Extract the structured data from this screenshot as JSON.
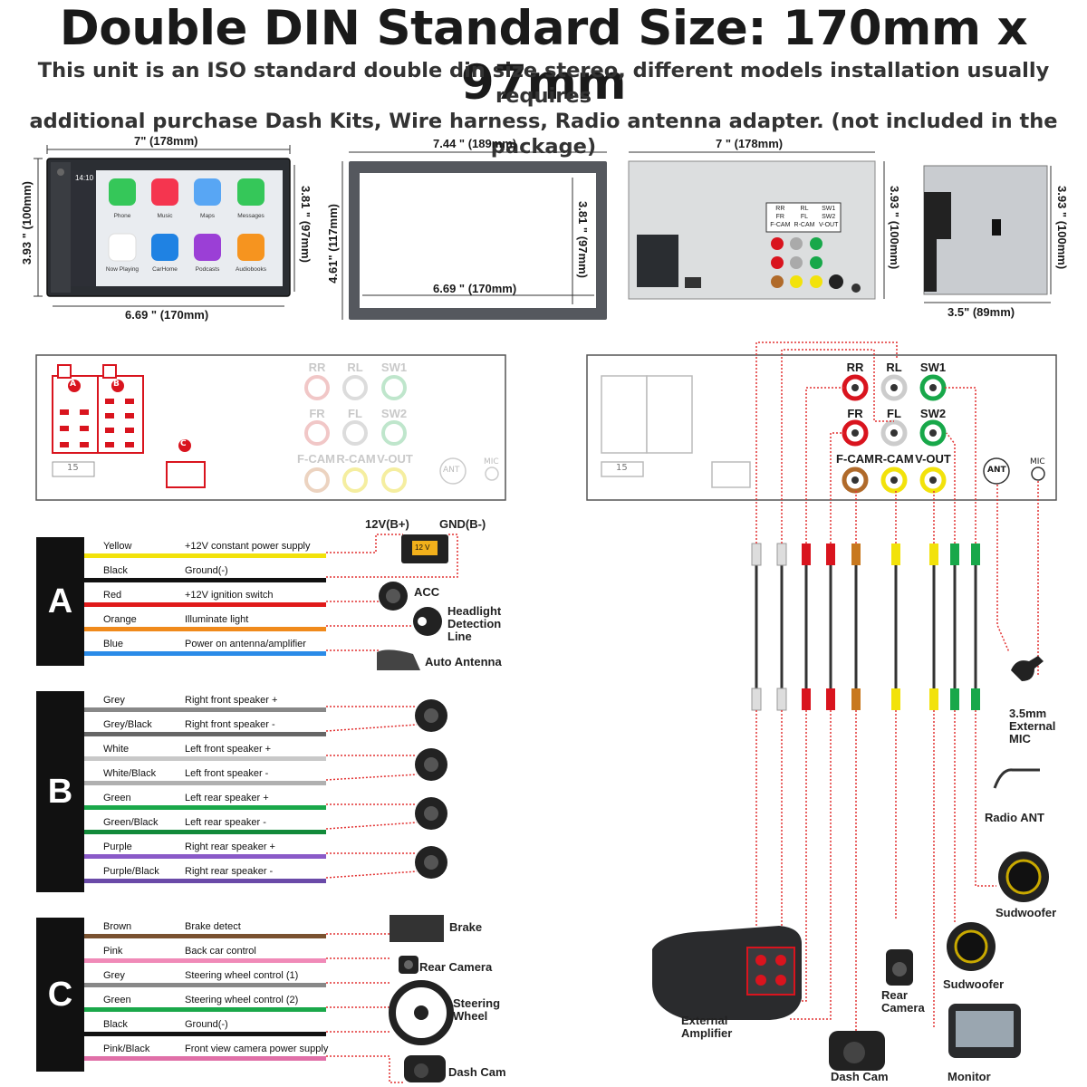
{
  "header": {
    "title": "Double DIN Standard Size: 170mm x 97mm",
    "subtitle_line1": "This unit is an ISO standard double din size stereo, different models installation usually requires",
    "subtitle_line2": "additional purchase Dash Kits, Wire harness, Radio antenna adapter. (not included in the package)"
  },
  "dimensions": {
    "front_width": "7\" (178mm)",
    "front_height": "3.93 \" (100mm)",
    "front_screen_height": "3.81 \" (97mm)",
    "front_bottom": "6.69 \" (170mm)",
    "frame_width": "7.44 \" (189mm)",
    "frame_height": "4.61\" (117mm)",
    "frame_inner_height": "3.81 \" (97mm)",
    "frame_inner_width": "6.69 \" (170mm)",
    "back_width": "7 \" (178mm)",
    "back_height": "3.93 \" (100mm)",
    "side_height": "3.93 \" (100mm)",
    "side_depth": "3.5\" (89mm)"
  },
  "screen": {
    "time": "14:10",
    "apps": [
      "Phone",
      "Music",
      "Maps",
      "Messages",
      "Now Playing",
      "CarHome",
      "Podcasts",
      "Audiobooks"
    ],
    "back_table": [
      "RR",
      "RL",
      "SW1",
      "FR",
      "FL",
      "SW2",
      "F-CAM",
      "R-CAM",
      "V-OUT"
    ]
  },
  "connector_panel": {
    "labels": [
      "A",
      "B",
      "C"
    ],
    "fuse": "15",
    "ports_row1": [
      "RR",
      "RL",
      "SW1"
    ],
    "ports_row2": [
      "FR",
      "FL",
      "SW2"
    ],
    "ports_row3": [
      "F-CAM",
      "R-CAM",
      "V-OUT"
    ],
    "ant": "ANT",
    "mic": "MIC"
  },
  "colors": {
    "red": "#d9141e",
    "white": "#cccccc",
    "green": "#18a84a",
    "brown": "#b06a2a",
    "yellow": "#f2e20b",
    "dotted": "#e23232"
  },
  "groupA": {
    "label": "A",
    "wires": [
      {
        "color": "Yellow",
        "func": "+12V constant power supply",
        "hex": "#f2e20b"
      },
      {
        "color": "Black",
        "func": "Ground(-)",
        "hex": "#111111"
      },
      {
        "color": "Red",
        "func": "+12V ignition switch",
        "hex": "#e01a1a"
      },
      {
        "color": "Orange",
        "func": "Illuminate light",
        "hex": "#f08a1c"
      },
      {
        "color": "Blue",
        "func": "Power on antenna/amplifier",
        "hex": "#2a8be8"
      }
    ],
    "battery_pos": "12V(B+)",
    "battery_neg": "GND(B-)",
    "battery_label": "12 V",
    "acc": "ACC",
    "headlight": [
      "Headlight",
      "Detection",
      "Line"
    ],
    "auto_antenna": "Auto Antenna"
  },
  "groupB": {
    "label": "B",
    "wires": [
      {
        "color": "Grey",
        "func": "Right front speaker +",
        "hex": "#888888"
      },
      {
        "color": "Grey/Black",
        "func": "Right front speaker -",
        "hex": "#666666"
      },
      {
        "color": "White",
        "func": "Left front speaker +",
        "hex": "#c8c8c8"
      },
      {
        "color": "White/Black",
        "func": "Left front speaker -",
        "hex": "#b0b0b0"
      },
      {
        "color": "Green",
        "func": "Left rear speaker +",
        "hex": "#1aa84a"
      },
      {
        "color": "Green/Black",
        "func": "Left rear speaker -",
        "hex": "#128a3a"
      },
      {
        "color": "Purple",
        "func": "Right rear speaker +",
        "hex": "#8a5ac8"
      },
      {
        "color": "Purple/Black",
        "func": "Right rear speaker -",
        "hex": "#6a4aa8"
      }
    ]
  },
  "groupC": {
    "label": "C",
    "wires": [
      {
        "color": "Brown",
        "func": "Brake detect",
        "hex": "#7a5230"
      },
      {
        "color": "Pink",
        "func": "Back car control",
        "hex": "#f08ab8"
      },
      {
        "color": "Grey",
        "func": "Steering wheel control (1)",
        "hex": "#888888"
      },
      {
        "color": "Green",
        "func": "Steering wheel control (2)",
        "hex": "#1aa84a"
      },
      {
        "color": "Black",
        "func": "Ground(-)",
        "hex": "#111111"
      },
      {
        "color": "Pink/Black",
        "func": "Front view camera power supply",
        "hex": "#e070a8"
      }
    ],
    "brake": "Brake",
    "rear_camera": "Rear Camera",
    "steering": [
      "Steering",
      "Wheel"
    ],
    "dash_cam": "Dash Cam"
  },
  "right_devices": {
    "mic": [
      "3.5mm",
      "External",
      "MIC"
    ],
    "radio_ant": "Radio ANT",
    "subwoofer1": "Sudwoofer",
    "subwoofer2": "Sudwoofer",
    "amplifier": [
      "External",
      "Amplifier"
    ],
    "rear_camera": [
      "Rear",
      "Camera"
    ],
    "dash_cam": "Dash Cam",
    "monitor": "Monitor"
  }
}
